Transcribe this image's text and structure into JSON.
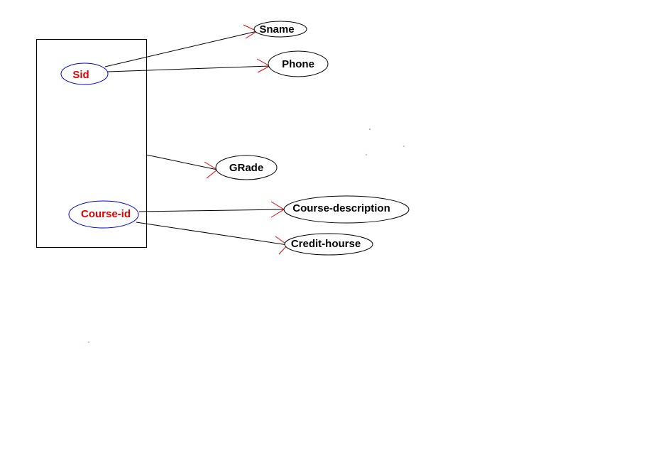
{
  "colors": {
    "key_text": "#e00000",
    "key_outline": "#0000cc",
    "attr_text": "#000000",
    "attr_outline": "#000000",
    "edge": "#000000",
    "arrowhead": "#e00000",
    "box": "#000000"
  },
  "nodes": {
    "sid": {
      "label": "Sid"
    },
    "course_id": {
      "label": "Course-id"
    },
    "sname": {
      "label": "Sname"
    },
    "phone": {
      "label": "Phone"
    },
    "grade": {
      "label": "GRade"
    },
    "course_description": {
      "label": "Course-description"
    },
    "credit_hourse": {
      "label": "Credit-hourse"
    }
  },
  "edges": [
    {
      "from": "Sid",
      "to": "Sname"
    },
    {
      "from": "Sid",
      "to": "Phone"
    },
    {
      "from": "Sid + Course-id",
      "to": "GRade"
    },
    {
      "from": "Course-id",
      "to": "Course-description"
    },
    {
      "from": "Course-id",
      "to": "Credit-hourse"
    }
  ]
}
